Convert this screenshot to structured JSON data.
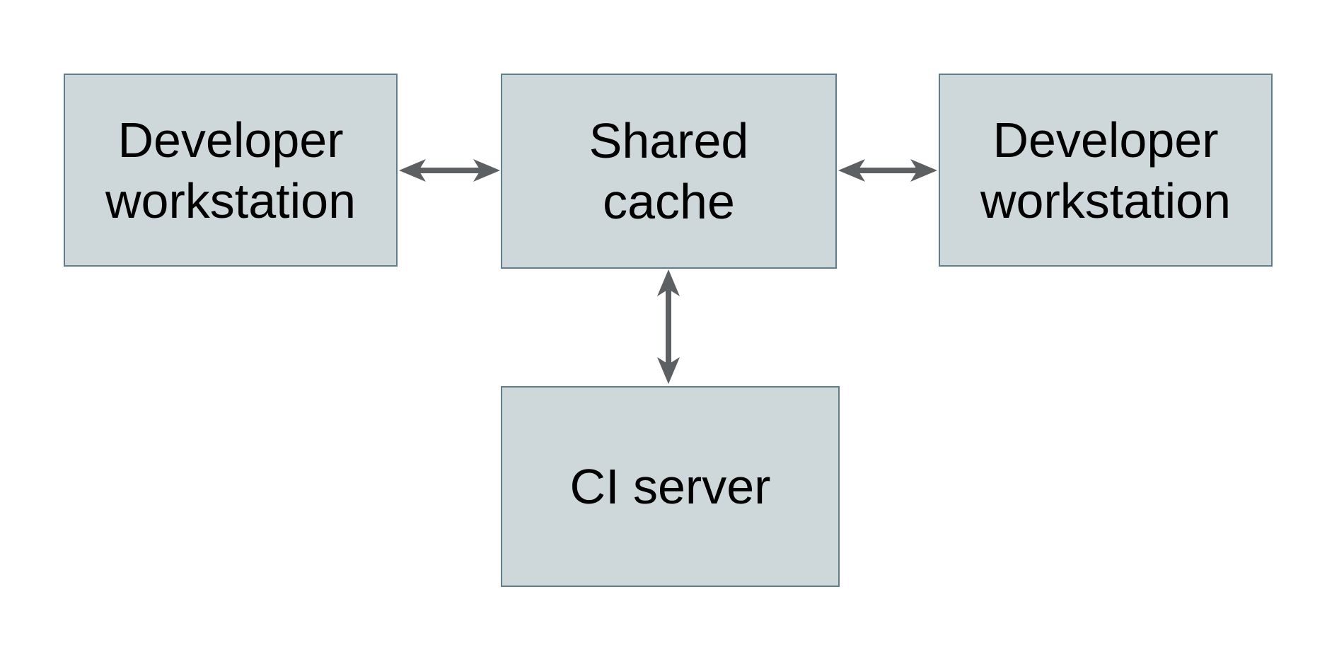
{
  "canvas": {
    "background": "#ffffff"
  },
  "style": {
    "node_fill": "#ced7d9",
    "node_border": "#5f7d8d",
    "arrow_color": "#5c6063",
    "text_color": "#000000"
  },
  "nodes": [
    {
      "id": "developer-workstation-left",
      "label": "Developer\nworkstation"
    },
    {
      "id": "shared-cache",
      "label": "Shared\ncache"
    },
    {
      "id": "developer-workstation-right",
      "label": "Developer\nworkstation"
    },
    {
      "id": "ci-server",
      "label": "CI server"
    }
  ],
  "edges": [
    {
      "from": "developer-workstation-left",
      "to": "shared-cache",
      "direction": "bidirectional"
    },
    {
      "from": "shared-cache",
      "to": "developer-workstation-right",
      "direction": "bidirectional"
    },
    {
      "from": "shared-cache",
      "to": "ci-server",
      "direction": "bidirectional"
    }
  ]
}
